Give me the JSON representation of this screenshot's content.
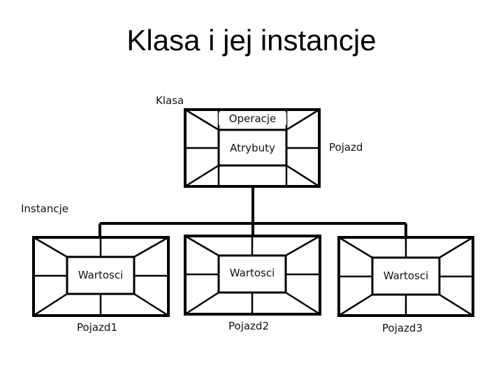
{
  "title": "Klasa i jej instancje",
  "class_box": {
    "label_klasa": "Klasa",
    "label_operacje": "Operacje",
    "label_atrybuty": "Atrybuty",
    "label_name": "Pojazd"
  },
  "instances_label": "Instancje",
  "instances": [
    {
      "inner": "Wartosci",
      "name": "Pojazd1"
    },
    {
      "inner": "Wartosci",
      "name": "Pojazd2"
    },
    {
      "inner": "Wartosci",
      "name": "Pojazd3"
    }
  ]
}
